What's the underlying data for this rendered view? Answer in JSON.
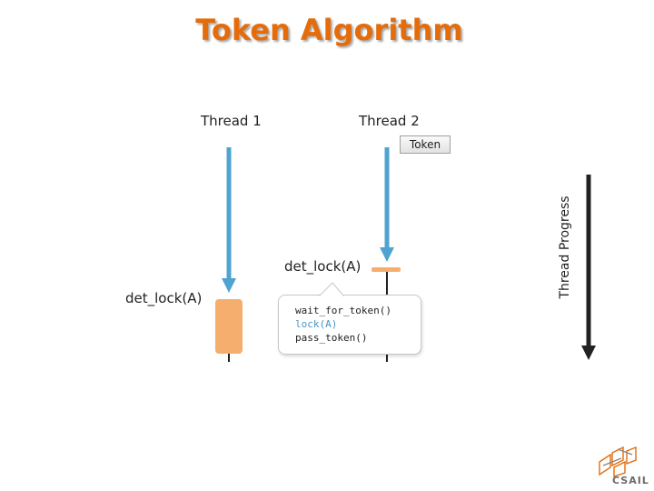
{
  "slide": {
    "title": "Token Algorithm",
    "thread1_label": "Thread 1",
    "thread2_label": "Thread 2",
    "token_label": "Token",
    "thread1_call": "det_lock(A)",
    "thread2_call": "det_lock(A)",
    "callout_lines": [
      "wait_for_token()",
      "lock(A)",
      "pass_token()"
    ],
    "progress_label": "Thread Progress",
    "logo_text": "CSAIL"
  },
  "colors": {
    "title": "#e46c0a",
    "thread_arrow": "#4fa3d1",
    "lock_block": "#f5ae6e",
    "highlight_code": "#4a94c8"
  },
  "icons": {
    "logo": "csail-logo-icon"
  }
}
